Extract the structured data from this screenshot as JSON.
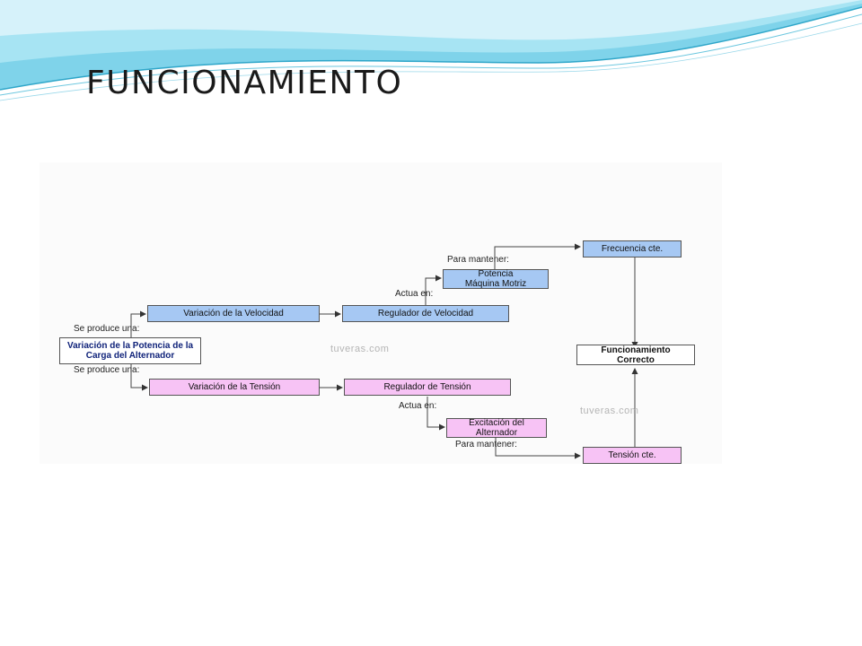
{
  "slide": {
    "title": "FUNCIONAMIENTO"
  },
  "diagram": {
    "nodes": {
      "carga": "Variación de la Potencia de la Carga del Alternador",
      "var_velocidad": "Variación de la Velocidad",
      "reg_velocidad": "Regulador de Velocidad",
      "potencia_maquina": "Potencia Máquina Motriz",
      "frecuencia": "Frecuencia cte.",
      "funcionamiento": "Funcionamiento Correcto",
      "var_tension": "Variación de la Tensión",
      "reg_tension": "Regulador de Tensión",
      "excitacion": "Excitación del Alternador",
      "tension": "Tensión cte."
    },
    "edge_labels": {
      "se_produce_top": "Se produce una:",
      "se_produce_bottom": "Se produce una:",
      "actua_top": "Actua en:",
      "actua_bottom": "Actua en:",
      "para_mantener_top": "Para mantener:",
      "para_mantener_bottom": "Para mantener:"
    },
    "watermarks": [
      "tuveras.com",
      "tuveras.com"
    ]
  }
}
